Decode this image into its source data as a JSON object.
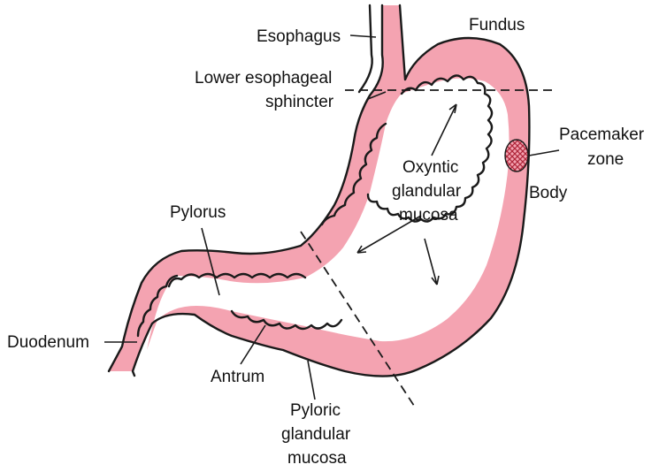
{
  "labels": {
    "esophagus": "Esophagus",
    "fundus": "Fundus",
    "les_line1": "Lower esophageal",
    "les_line2": "sphincter",
    "pacemaker_line1": "Pacemaker",
    "pacemaker_line2": "zone",
    "body": "Body",
    "oxyntic_line1": "Oxyntic",
    "oxyntic_line2": "glandular",
    "oxyntic_line3": "mucosa",
    "pylorus": "Pylorus",
    "duodenum": "Duodenum",
    "antrum": "Antrum",
    "pyloric_line1": "Pyloric",
    "pyloric_line2": "glandular",
    "pyloric_line3": "mucosa"
  },
  "colors": {
    "wall": "#f4a3b1",
    "outline": "#1a1a1a",
    "pacemaker_hatch": "#b0283c"
  }
}
